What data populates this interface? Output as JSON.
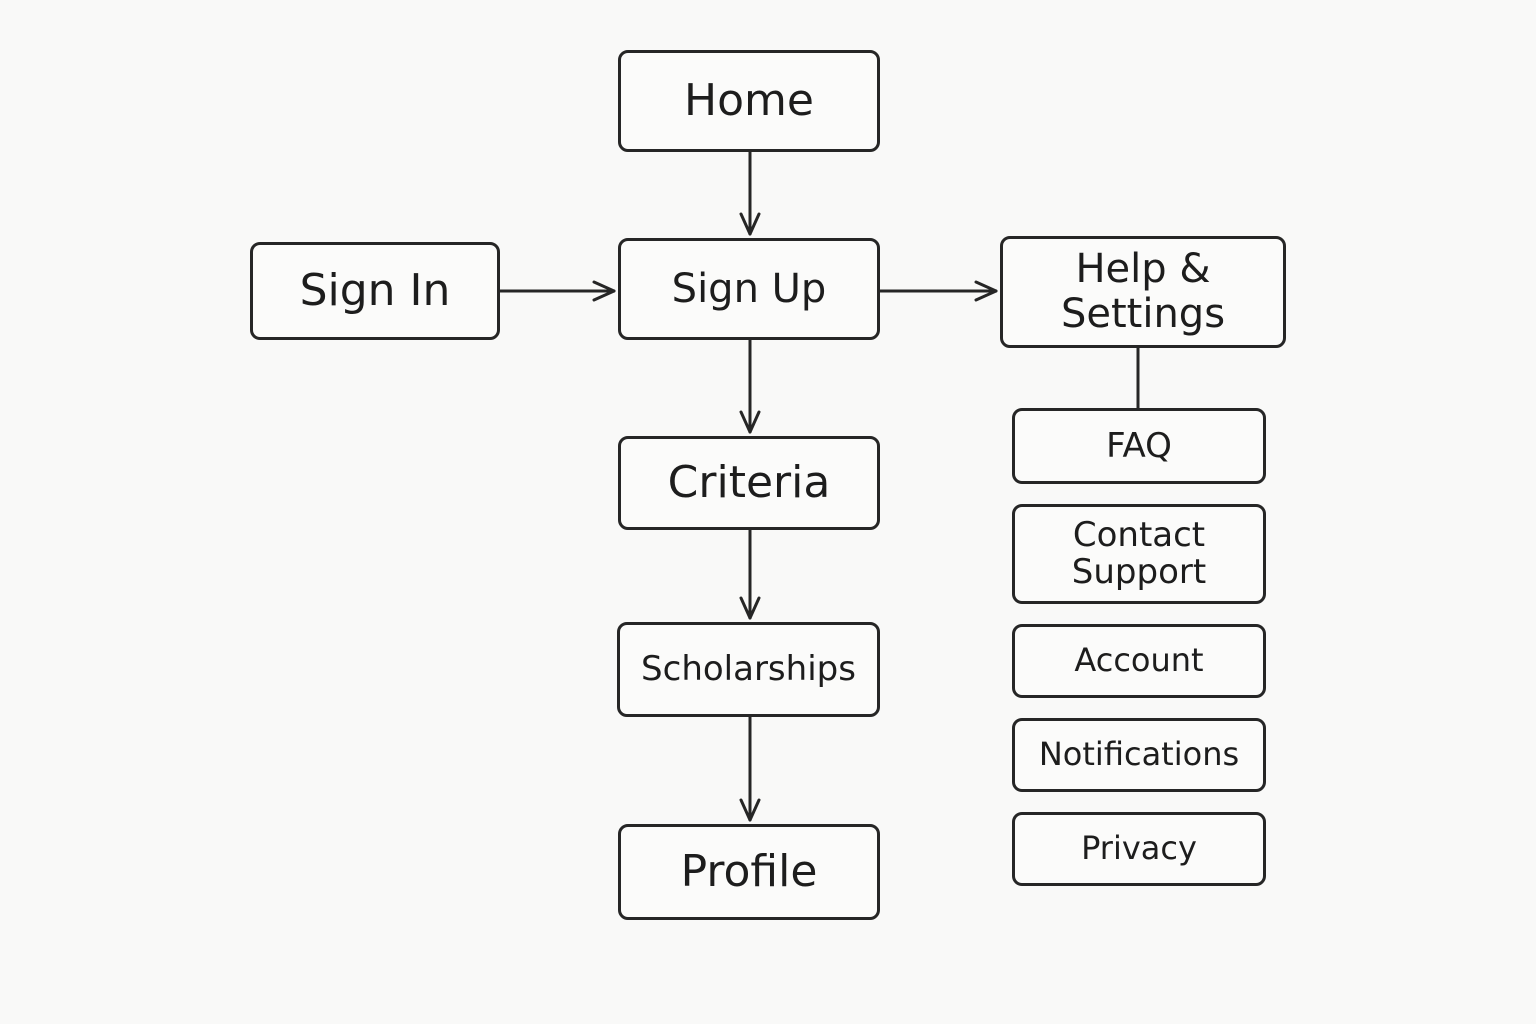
{
  "diagram": {
    "nodes": {
      "home": "Home",
      "sign_in": "Sign In",
      "sign_up": "Sign Up",
      "help_line1": "Help &",
      "help_line2": "Settings",
      "criteria": "Criteria",
      "scholarships": "Scholarships",
      "profile": "Profile",
      "faq": "FAQ",
      "contact_line1": "Contact",
      "contact_line2": "Support",
      "account": "Account",
      "notifications": "Notifications",
      "privacy": "Privacy"
    },
    "edges": [
      {
        "from": "Home",
        "to": "Sign Up"
      },
      {
        "from": "Sign In",
        "to": "Sign Up"
      },
      {
        "from": "Sign Up",
        "to": "Help & Settings"
      },
      {
        "from": "Sign Up",
        "to": "Criteria"
      },
      {
        "from": "Criteria",
        "to": "Scholarships"
      },
      {
        "from": "Scholarships",
        "to": "Profile"
      },
      {
        "from": "Help & Settings",
        "to": "FAQ"
      }
    ],
    "colors": {
      "background": "#f9f9f8",
      "stroke": "#262626",
      "text": "#1d1d1d"
    }
  }
}
